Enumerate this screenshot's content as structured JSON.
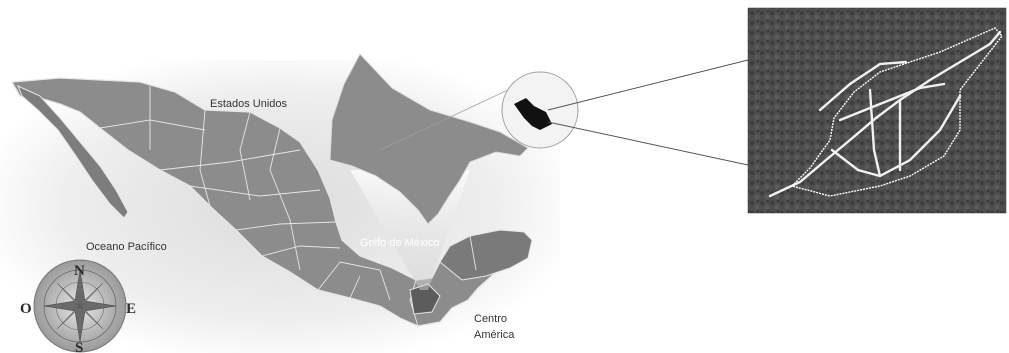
{
  "labels": {
    "usa": "Estados Unidos",
    "pacific": "Oceano Pacífico",
    "gulf": "Golfo de México",
    "central_america_line1": "Centro",
    "central_america_line2": "América"
  },
  "compass": {
    "north": "N",
    "south": "S",
    "east": "E",
    "west": "O"
  },
  "colors": {
    "land": "#8c8c8c",
    "land_dark": "#6f6f6f",
    "borders": "#e6e6e6",
    "satellite": "#4a4a4a",
    "roads": "#f2f2f2",
    "highlight": "#111111"
  }
}
